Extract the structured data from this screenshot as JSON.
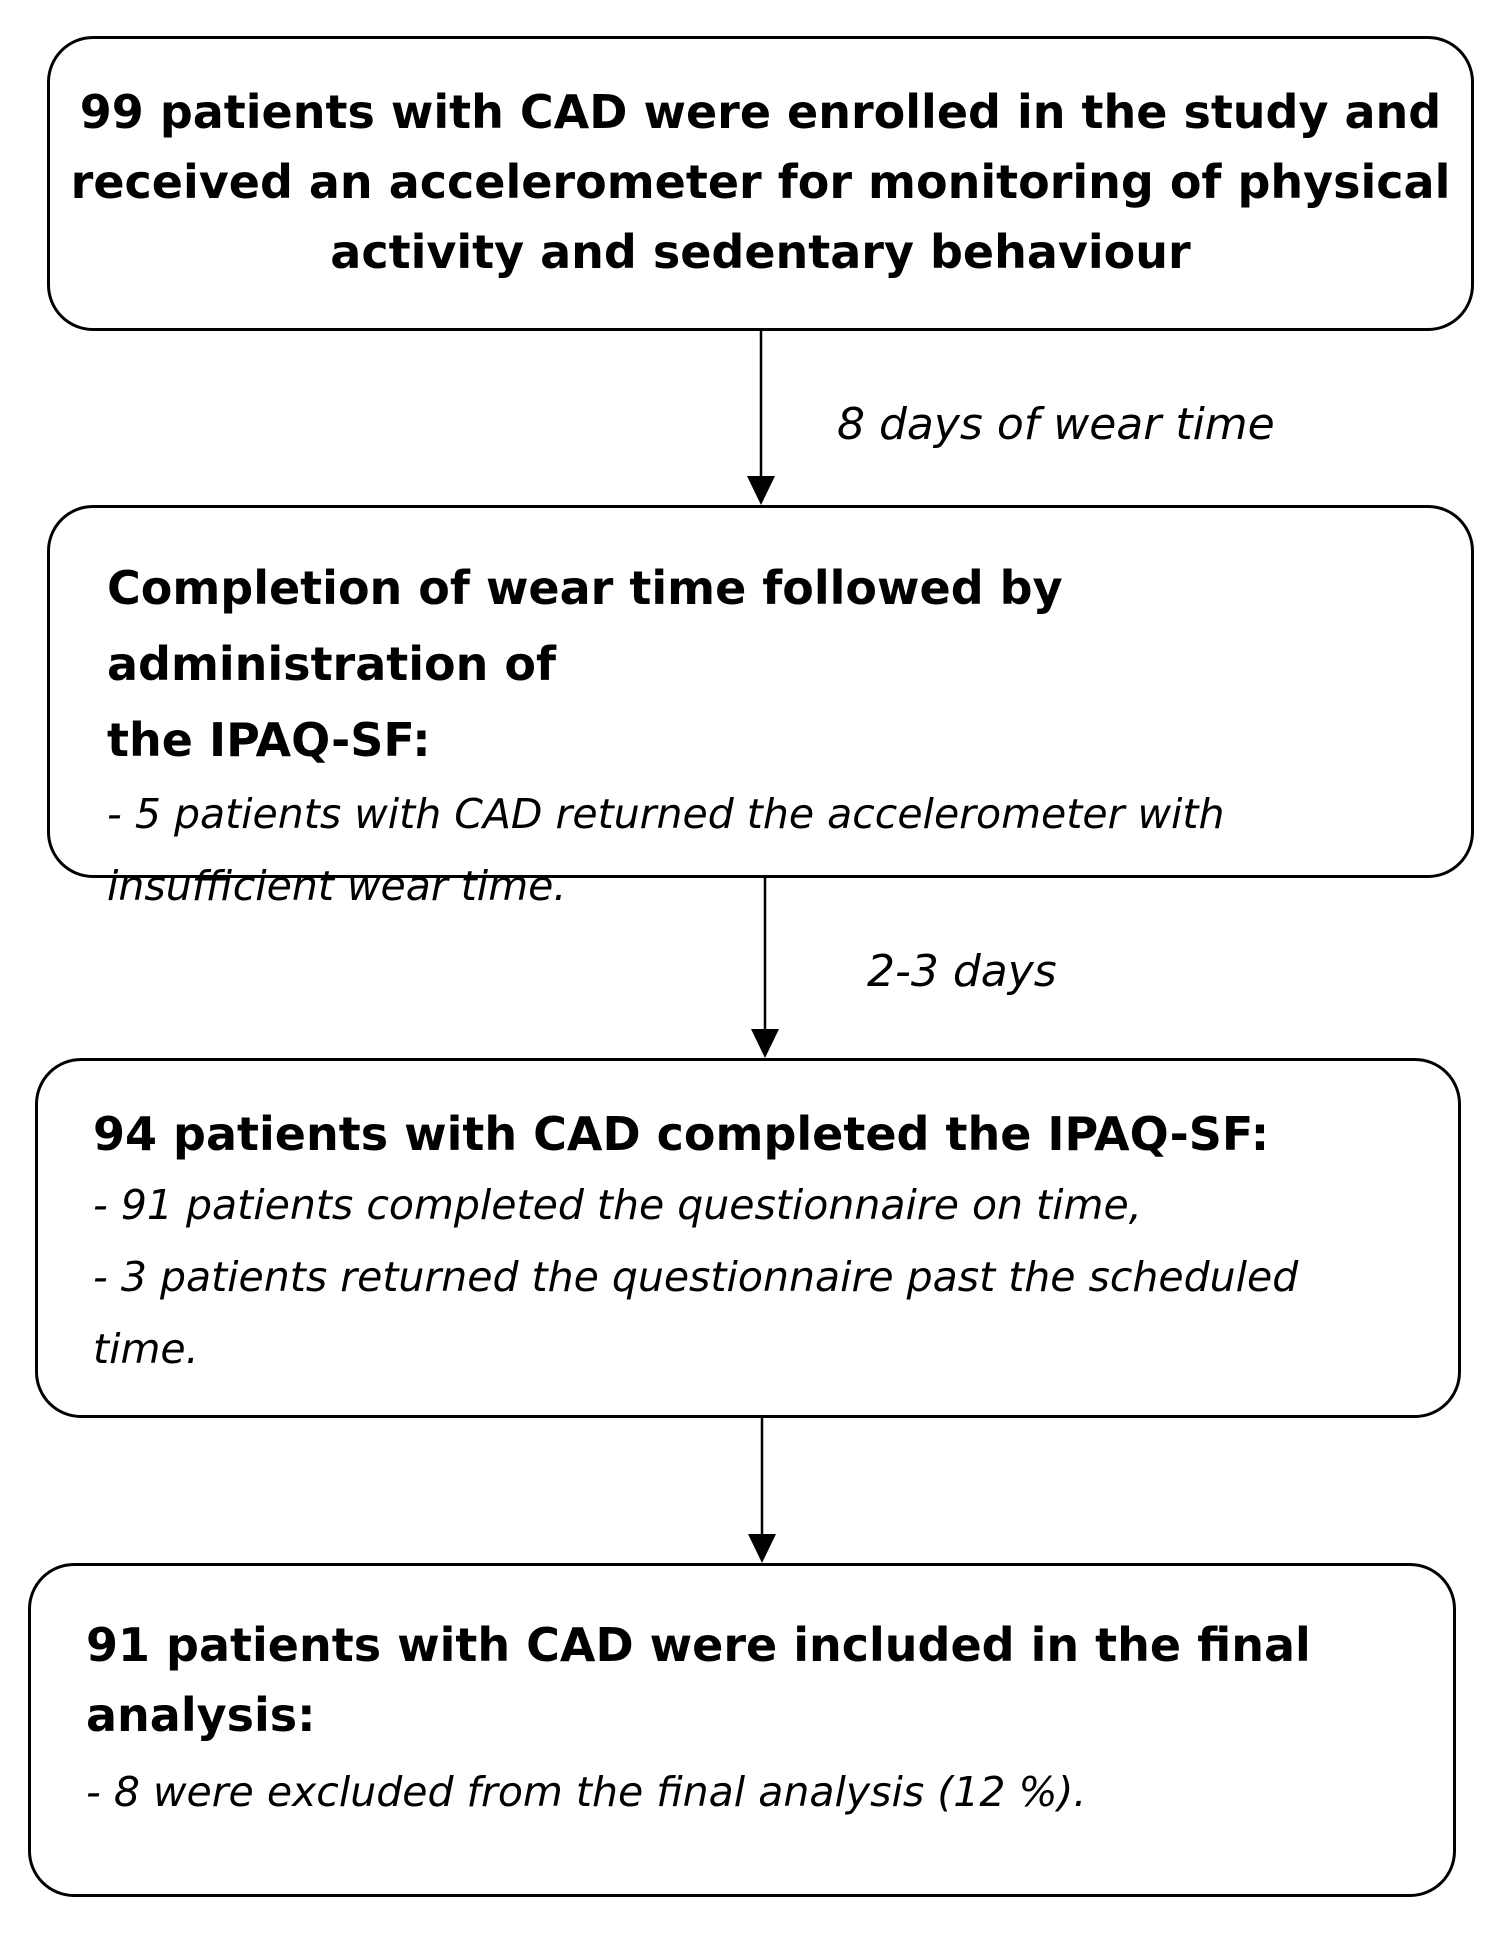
{
  "boxes": [
    {
      "title": "99 patients with CAD were enrolled in the study and received an accelerometer for monitoring of physical activity and sedentary behaviour",
      "title_lines": [
        "99 patients with CAD were enrolled in the study and",
        "received an accelerometer for monitoring of physical",
        "activity and sedentary behaviour"
      ]
    },
    {
      "title_lines": [
        "Completion of wear time followed by administration of",
        "the IPAQ-SF:"
      ],
      "items": [
        "- 5 patients with CAD returned the accelerometer with",
        "insufficient wear time."
      ]
    },
    {
      "title_lines": [
        "94 patients with CAD completed the IPAQ-SF:"
      ],
      "items": [
        "- 91 patients completed the questionnaire on time,",
        "- 3 patients returned the questionnaire past the scheduled",
        "time."
      ]
    },
    {
      "title_lines": [
        "91 patients with CAD were included in the final",
        "analysis:"
      ],
      "items": [
        "- 8 were excluded from the final analysis (12 %)."
      ]
    }
  ],
  "arrows": [
    {
      "label": "8 days of wear time"
    },
    {
      "label": "2-3 days"
    },
    {
      "label": ""
    }
  ]
}
